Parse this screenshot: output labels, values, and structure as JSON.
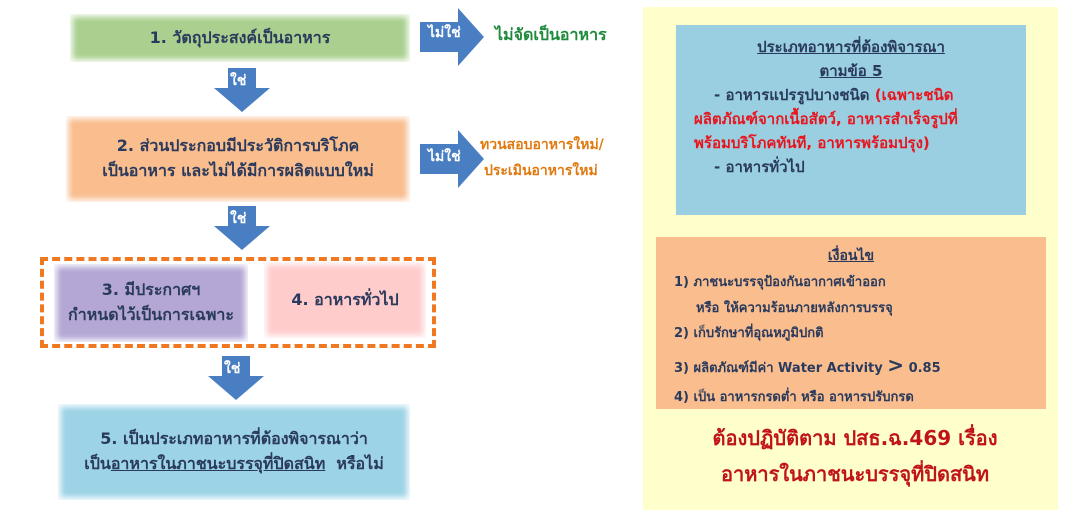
{
  "flow": {
    "step1": "1. วัตถุประสงค์เป็นอาหาร",
    "step2_line1": "2. ส่วนประกอบมีประวัติการบริโภค",
    "step2_line2": "เป็นอาหาร และไม่ได้มีการผลิตแบบใหม่",
    "step3_line1": "3. มีประกาศฯ",
    "step3_line2": "กำหนดไว้เป็นการเฉพาะ",
    "step4": "4. อาหารทั่วไป",
    "step5_line1": "5. เป็นประเภทอาหารที่ต้องพิจารณาว่า",
    "step5_prefix": "เป็น",
    "step5_underlined": "อาหารในภาชนะบรรจุที่ปิดสนิท",
    "step5_suffix": "หรือไม่",
    "yes_label": "ใช่",
    "no_label": "ไม่ใช่",
    "no_result1": "ไม่จัดเป็นอาหาร",
    "no_result2_line1": "ทวนสอบอาหารใหม่/",
    "no_result2_line2": "ประเมินอาหารใหม่"
  },
  "types_panel": {
    "title_line1": "ประเภทอาหารที่ต้องพิจารณา",
    "title_line2": "ตามข้อ 5",
    "item1_prefix": "- อาหารแปรรูปบางชนิด",
    "item1_red_line1": "(เฉพาะชนิด",
    "item1_red_line2": "ผลิตภัณฑ์จากเนื้อสัตว์, อาหารสำเร็จรูปที่",
    "item1_red_line3": "พร้อมบริโภคทันที, อาหารพร้อมปรุง)",
    "item2": "- อาหารทั่วไป"
  },
  "conditions_panel": {
    "title": "เงื่อนไข",
    "c1_line1": "1) ภาชนะบรรจุป้องกันอากาศเข้าออก",
    "c1_line2": "หรือ ให้ความร้อนภายหลังการบรรจุ",
    "c2": "2) เก็บรักษาที่อุณหภูมิปกติ",
    "c3_prefix": "3) ผลิตภัณฑ์มีค่า Water Activity",
    "c3_symbol": ">",
    "c3_value": "0.85",
    "c4": "4) เป็น อาหารกรดต่ำ หรือ อาหารปรับกรด"
  },
  "conclusion": {
    "line1": "ต้องปฏิบัติตาม ปสธ.ฉ.469 เรื่อง",
    "line2": "อาหารในภาชนะบรรจุที่ปิดสนิท"
  },
  "colors": {
    "green_box": "#a9d08e",
    "orange_box": "#f9bd8e",
    "purple_box": "#b4a7d6",
    "pink_box": "#ffcccc",
    "blue_box": "#9dd3e6",
    "arrow_blue": "#4a7ec2",
    "result_green": "#1e8a3c",
    "result_orange": "#e07a10"
  }
}
